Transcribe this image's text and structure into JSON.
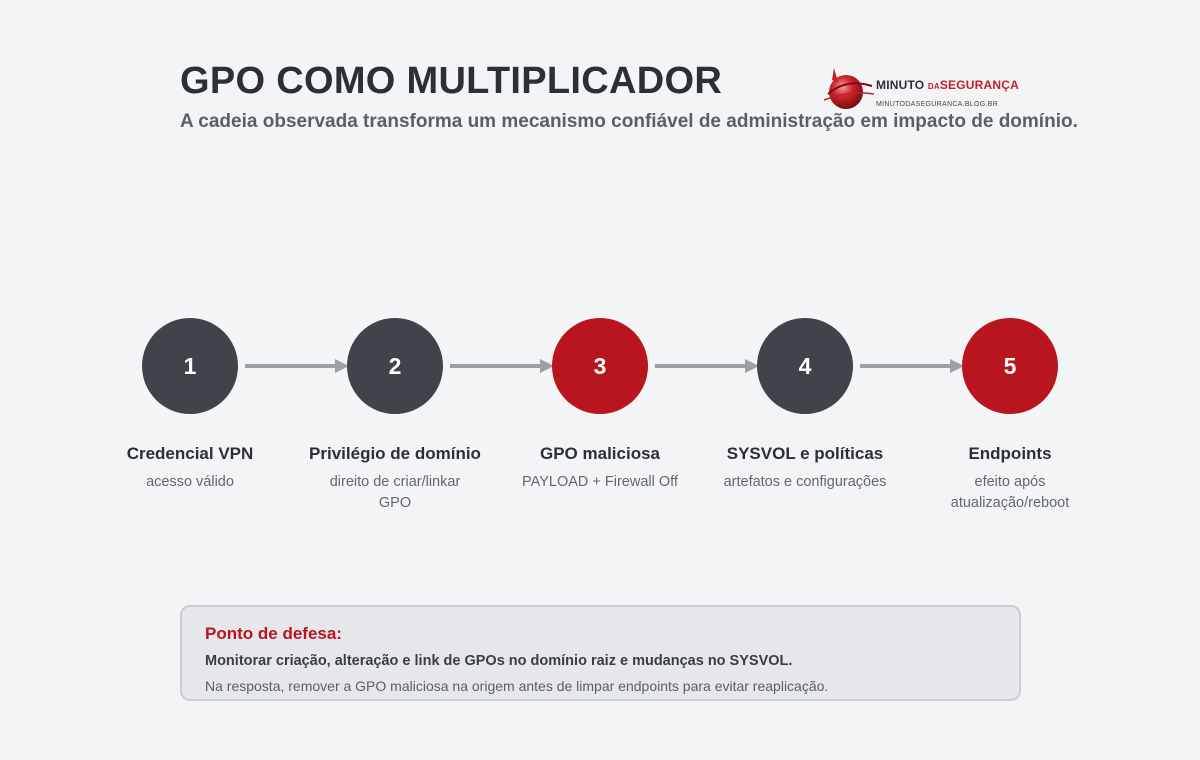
{
  "header": {
    "title": "GPO COMO MULTIPLICADOR",
    "subtitle": "A cadeia observada transforma um mecanismo confiável de administração em impacto de domínio."
  },
  "logo": {
    "name_part1": "MINUTO ",
    "name_part2": "DA",
    "name_part3": "SEGURANÇA",
    "url": "MINUTODASEGURANCA.BLOG.BR",
    "accent_color": "#c0202a"
  },
  "steps": [
    {
      "number": "1",
      "label": "Credencial VPN",
      "desc": "acesso válido",
      "color": "#3f444b"
    },
    {
      "number": "2",
      "label": "Privilégio de domínio",
      "desc": "direito de criar/linkar GPO",
      "color": "#3f444b"
    },
    {
      "number": "3",
      "label": "GPO maliciosa",
      "desc": "PAYLOAD + Firewall Off",
      "color": "#b8151f"
    },
    {
      "number": "4",
      "label": "SYSVOL e políticas",
      "desc": "artefatos e configurações",
      "color": "#3f444b"
    },
    {
      "number": "5",
      "label": "Endpoints",
      "desc": "efeito após atualização/reboot",
      "color": "#b8151f"
    }
  ],
  "defense": {
    "title": "Ponto de defesa:",
    "main": "Monitorar criação, alteração e link de GPOs no domínio raiz e mudanças no SYSVOL.",
    "note": "Na resposta, remover a GPO maliciosa na origem antes de limpar endpoints para evitar reaplicação."
  }
}
